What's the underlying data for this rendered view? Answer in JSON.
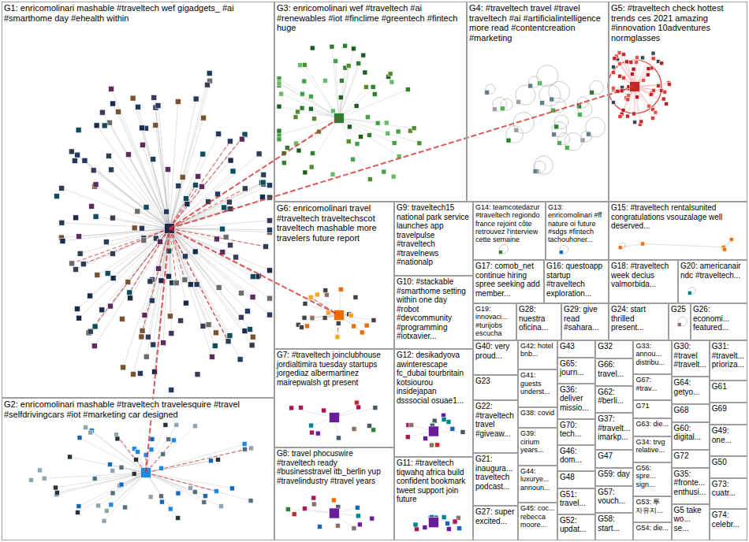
{
  "diagram": {
    "nodes": [
      {
        "text": [
          "G1: enricomolinari mashable #traveltech wef gigadgets_ #ai #smarthome day #ehealth within"
        ]
      },
      {
        "text": [
          "G2: enricomolinari mashable #traveltech travelesquire #travel #selfdrivingcars #iot #marketing car designed"
        ]
      },
      {
        "text": [
          "G3: enricomolinari wef #traveltech #ai #renewables #iot #finclime #greentech #fintech huge"
        ]
      },
      {
        "text": [
          "G4: #traveltech travel #travel traveltech #ai #artificialintelligence more read #contentcreation #marketing"
        ]
      },
      {
        "text": [
          "G5: #traveltech check hottest trends ces 2021 amazing #innovation 10adventures normglasses"
        ]
      },
      {
        "text": [
          "G6: enricomolinari travel #traveltech traveltechscot traveltech mashable more travelers future report"
        ]
      },
      {
        "text": [
          "G7: #traveltech joinclubhouse jordialtimira tuesday startups jorgediaz albermartinez mairepwalsh gt present"
        ]
      },
      {
        "text": [
          "G8: travel phocuswire #traveltech ready #businesstravel itb_berlin yup #travelindustry #travel years"
        ]
      },
      {
        "text": [
          "G9: traveltech15 national park service launches app travelpulse #traveltech #travelnews #nationalp"
        ]
      },
      {
        "text": [
          "G10: #stackable #smarthome setting within one day #robot #devcommunity #programming #iotxavier..."
        ]
      },
      {
        "text": [
          "G11: #traveltech tiqwahq africa build confident bookmark tweet support join future"
        ]
      },
      {
        "text": [
          "G12: desikadyova awinterescape fc_dubai tourbritain kotsiourou insidejapan dsssocial osuae1..."
        ]
      },
      {
        "text": [
          "G13: enricomolinari #ff nature oi future #sdgs #fintech tachouhoner..."
        ]
      },
      {
        "text": [
          "G14: teamcotedazur #traveltech regiondo france rejoint côte retrouvez l'interview cette semaine"
        ]
      },
      {
        "text": [
          "G15: #traveltech rentalsunited congratulations vsouzalage well deserved..."
        ]
      },
      {
        "text": [
          "G16: questoapp startup #traveltech exploration..."
        ]
      },
      {
        "text": [
          "G17: comob_net continue hiring spree seeking add member..."
        ]
      },
      {
        "text": [
          "G18: #traveltech week decius valmorbida..."
        ]
      },
      {
        "text": [
          "G19: innovaci... #turijobs escucha"
        ]
      },
      {
        "text": [
          "G20: americanair ndc #traveltech..."
        ]
      },
      {
        "text": [
          "G21: inaugura... traveltech podcast..."
        ]
      },
      {
        "text": [
          "G22: #traveltech travel #giveaw..."
        ]
      },
      {
        "text": [
          "G23"
        ]
      },
      {
        "text": [
          "G24: start thrilled present..."
        ]
      },
      {
        "text": [
          "G25"
        ]
      },
      {
        "text": [
          "G26: economi... featured..."
        ]
      },
      {
        "text": [
          "G27: super excited..."
        ]
      },
      {
        "text": [
          "G28: nuestra oficina..."
        ]
      },
      {
        "text": [
          "G29: give read #sahara..."
        ]
      },
      {
        "text": [
          "G30: #travel #travelt..."
        ]
      },
      {
        "text": [
          "G31: #travelt... prioriza..."
        ]
      },
      {
        "text": [
          "G32"
        ]
      },
      {
        "text": [
          "G33: annou... distribu..."
        ]
      },
      {
        "text": [
          "G34: trvg relative..."
        ]
      },
      {
        "text": [
          "G35: #fronte... enthusi..."
        ]
      },
      {
        "text": [
          "G36: deliver missio..."
        ]
      },
      {
        "text": [
          "G37: #travelt... imarkp..."
        ]
      },
      {
        "text": [
          "G38: covid"
        ]
      },
      {
        "text": [
          "G39: cirium years..."
        ]
      },
      {
        "text": [
          "G40: very proud..."
        ]
      },
      {
        "text": [
          "G41: guests underst..."
        ]
      },
      {
        "text": [
          "G42: hotel bnb..."
        ]
      },
      {
        "text": [
          "G43"
        ]
      },
      {
        "text": [
          "G44: luxurye... announ..."
        ]
      },
      {
        "text": [
          "G45: coc... rebecca moore..."
        ]
      },
      {
        "text": [
          "G46: dom..."
        ]
      },
      {
        "text": [
          "G47"
        ]
      },
      {
        "text": [
          "G48"
        ]
      },
      {
        "text": [
          "G49: one..."
        ]
      },
      {
        "text": [
          "G50"
        ]
      },
      {
        "text": [
          "G51: travel..."
        ]
      },
      {
        "text": [
          "G52: updat..."
        ]
      },
      {
        "text": [
          "G53: 투 자유지..."
        ]
      },
      {
        "text": [
          "G54: die..."
        ]
      },
      {
        "text": [
          "G5 take wo... se..."
        ]
      },
      {
        "text": [
          "G56: spre... sign..."
        ]
      },
      {
        "text": [
          "G57: vouch..."
        ]
      },
      {
        "text": [
          "G58: start..."
        ]
      },
      {
        "text": [
          "G59: day"
        ]
      },
      {
        "text": [
          "G60: digital..."
        ]
      },
      {
        "text": [
          "G61"
        ]
      },
      {
        "text": [
          "G62: #berli..."
        ]
      },
      {
        "text": [
          "G63: die..."
        ]
      },
      {
        "text": [
          "G64: getyo..."
        ]
      },
      {
        "text": [
          "G65: journ..."
        ]
      },
      {
        "text": [
          "G66: travel..."
        ]
      },
      {
        "text": [
          "G67: #trav..."
        ]
      },
      {
        "text": [
          "G68"
        ]
      },
      {
        "text": [
          "G69"
        ]
      },
      {
        "text": [
          "G70: tech..."
        ]
      },
      {
        "text": [
          "G71"
        ]
      },
      {
        "text": [
          "G72"
        ]
      },
      {
        "text": [
          "G73: cuatr..."
        ]
      },
      {
        "text": [
          "G74: celebr..."
        ]
      }
    ],
    "edges": [
      {
        "from": 0,
        "to": 2,
        "arrow": "none"
      },
      {
        "from": 0,
        "to": 4,
        "arrow": "none"
      },
      {
        "from": 0,
        "to": 5,
        "arrow": "none"
      },
      {
        "from": 1,
        "to": 0,
        "arrow": "none"
      }
    ]
  }
}
